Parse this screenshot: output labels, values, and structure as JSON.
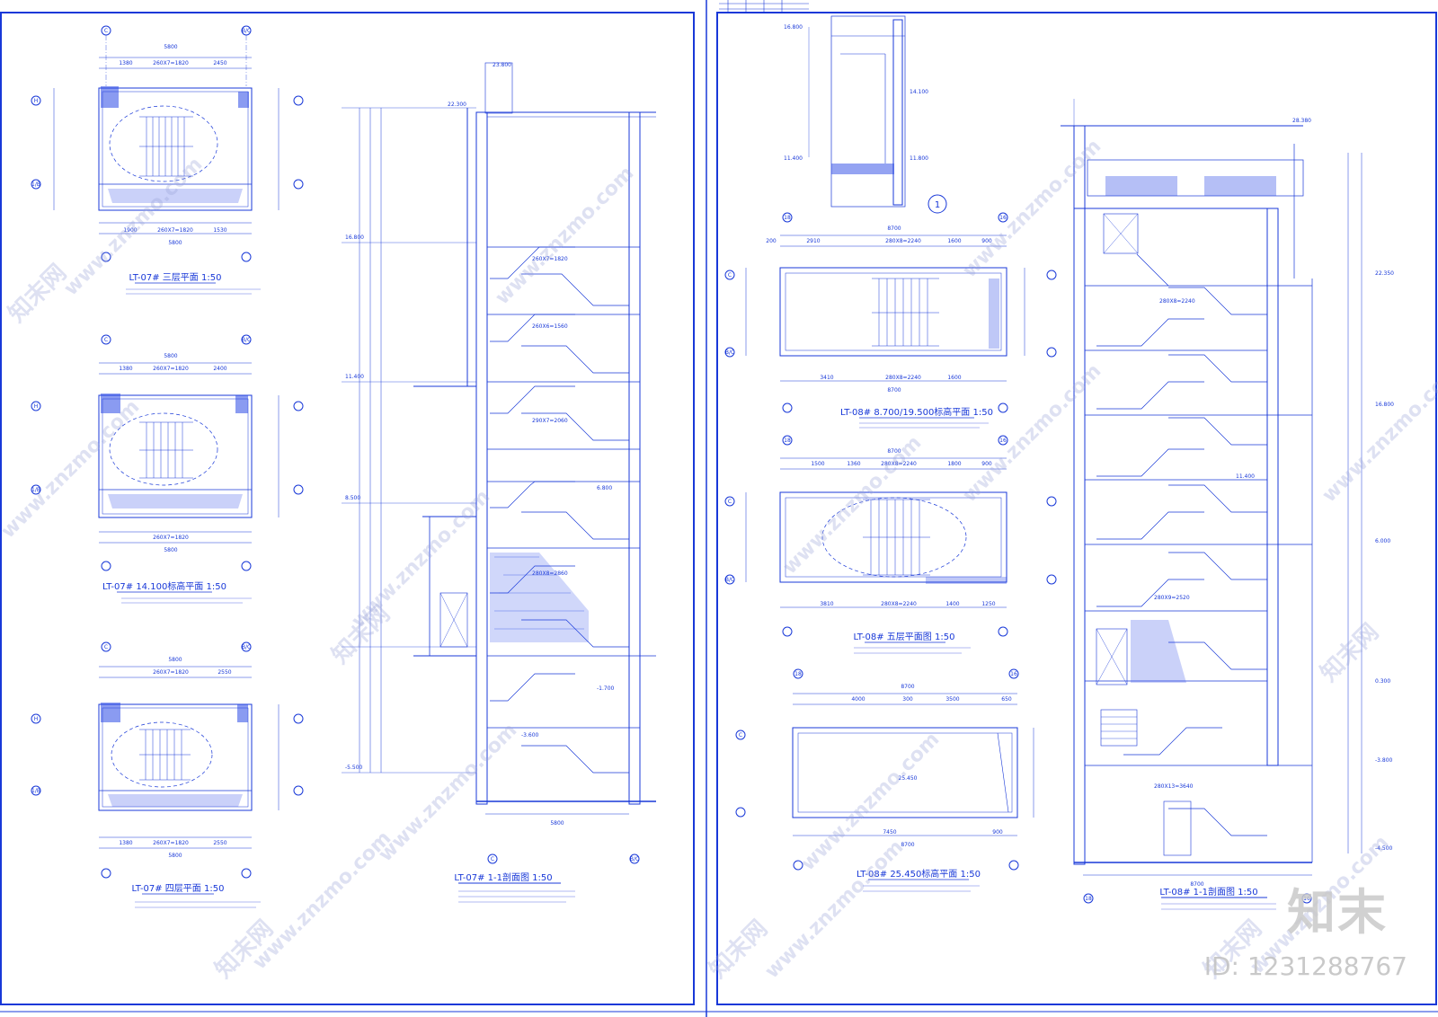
{
  "colors": {
    "line": "#1838d8",
    "hatch": "#2a48e6",
    "bg": "#ffffff",
    "watermark": "#9aa3d8",
    "brand": "#c9c9c9"
  },
  "watermark": {
    "cn": "知末网",
    "url": "www.znzmo.com"
  },
  "brand": {
    "logo": "知末",
    "id": "ID: 1231288767"
  },
  "left": {
    "plans": [
      {
        "title": "LT-07# 三层平面 1:50",
        "dims_top": [
          "5800",
          "1380",
          "260X7=1820",
          "2450"
        ],
        "dims_bottom": [
          "1900",
          "260X7=1820",
          "1530",
          "5800"
        ],
        "axes": [
          "C",
          "B/C",
          "H",
          "1/B"
        ]
      },
      {
        "title": "LT-07# 14.100标高平面 1:50",
        "dims_top": [
          "5800",
          "1380",
          "260X7=1820",
          "2400"
        ],
        "dims_bottom": [
          "260X7=1820",
          "5800"
        ],
        "axes": [
          "C",
          "B/C",
          "H",
          "1/B"
        ]
      },
      {
        "title": "LT-07# 四层平面 1:50",
        "dims_top": [
          "5800",
          "260X7=1820",
          "2550"
        ],
        "dims_bottom": [
          "1380",
          "260X7=1820",
          "2550",
          "5800"
        ],
        "axes": [
          "C",
          "B/C",
          "H",
          "1/B"
        ]
      }
    ],
    "section": {
      "title": "LT-07# 1-1剖面图 1:50",
      "bottom_dim": "5800",
      "axes": [
        "C",
        "B/C"
      ],
      "levels": [
        "23.800",
        "22.300",
        "16.800",
        "11.400",
        "8.500",
        "6.800",
        "-1.700",
        "-3.600",
        "-5.500"
      ],
      "flights": [
        "260X7=1820",
        "260X6=1560",
        "290X7=2060",
        "280X8=2860"
      ]
    }
  },
  "right": {
    "detail": {
      "label": "1",
      "levels": [
        "16.800",
        "14.100",
        "11.400",
        "11.800"
      ]
    },
    "plans": [
      {
        "title": "LT-08# 8.700/19.500标高平面 1:50",
        "dims_top": [
          "8700",
          "2910",
          "280X8=2240",
          "1600",
          "200",
          "900"
        ],
        "dims_bottom": [
          "3410",
          "280X8=2240",
          "1600",
          "8700"
        ],
        "axes": [
          "18",
          "16",
          "C",
          "B/C"
        ]
      },
      {
        "title": "LT-08# 五层平面图 1:50",
        "dims_top": [
          "8700",
          "1500",
          "1360",
          "280X8=2240",
          "1800",
          "900"
        ],
        "dims_bottom": [
          "3810",
          "280X8=2240",
          "1400",
          "1250"
        ],
        "axes": [
          "18",
          "16",
          "C",
          "B/C"
        ]
      },
      {
        "title": "LT-08# 25.450标高平面 1:50",
        "dims_top": [
          "8700",
          "4000",
          "300",
          "3500",
          "650"
        ],
        "dims_bottom": [
          "7450",
          "900",
          "8700"
        ],
        "level": "25.450",
        "axes": [
          "18",
          "16",
          "C"
        ]
      }
    ],
    "section": {
      "title": "LT-08# 1-1剖面图 1:50",
      "bottom_dim": "8700",
      "axes": [
        "18",
        "16"
      ],
      "levels": [
        "28.380",
        "22.350",
        "16.800",
        "11.400",
        "6.000",
        "0.300",
        "-3.800",
        "-4.500"
      ],
      "flights": [
        "280X8=2240",
        "280X9=2520",
        "280X13=3640"
      ]
    }
  }
}
